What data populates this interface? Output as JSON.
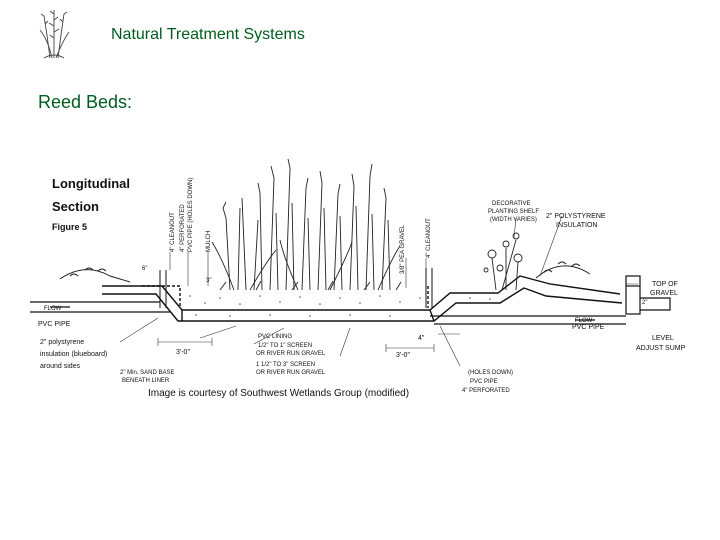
{
  "header": {
    "title": "Natural Treatment Systems"
  },
  "main": {
    "heading": "Reed Beds:"
  },
  "figure": {
    "title_line1": "Longitudinal",
    "title_line2": "Section",
    "figure_label": "Figure 5",
    "caption": "Image is courtesy of Southwest Wetlands Group (modified)",
    "labels": {
      "cleanout_left": "4\" CLEANOUT",
      "perforated_pipe_1": "4\" PERFORATED",
      "perforated_pipe_2": "PVC PIPE (HOLES DOWN)",
      "mulch": "MULCH",
      "dim_6": "6\"",
      "dim_3": "3\"",
      "pea_gravel": "3/8\" PEA GRAVEL",
      "cleanout_right": "4\" CLEANOUT",
      "decorative_1": "DECORATIVE",
      "decorative_2": "PLANTING SHELF",
      "decorative_3": "(WIDTH VARIES)",
      "polystyrene_r1": "2\" POLYSTYRENE",
      "polystyrene_r2": "INSULATION",
      "top_gravel_1": "TOP OF",
      "top_gravel_2": "GRAVEL",
      "dim_2": "2\"",
      "flow_left": "FLOW",
      "pvc_pipe_left": "PVC PIPE",
      "flow_right": "FLOW",
      "pvc_pipe_right": "PVC PIPE",
      "level_1": "LEVEL",
      "level_2": "ADJUST SUMP",
      "insul_l1": "2\" polystyrene",
      "insul_l2": "insulation (blueboard)",
      "insul_l3": "around sides",
      "dim_3ft_left": "3'-0\"",
      "dim_3ft_right": "3'-0\"",
      "dim_4": "4\"",
      "sand_1": "2\" Min. SAND BASE",
      "sand_2": "BENEATH LINER",
      "pvc_lining": "PVC LINING",
      "screen_1a": "1/2\" TO 1\" SCREEN",
      "screen_1b": "OR RIVER RUN GRAVEL",
      "screen_2a": "1 1/2\" TO 3\" SCREEN",
      "screen_2b": "OR RIVER RUN GRAVEL",
      "holes_1": "(HOLES DOWN)",
      "holes_2": "PVC PIPE",
      "holes_3": "4\" PERFORATED"
    }
  }
}
